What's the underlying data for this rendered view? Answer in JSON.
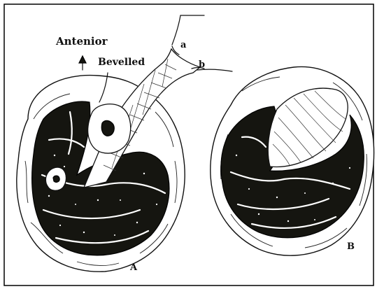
{
  "labels": {
    "anterior": "Antenior",
    "bevelled": "Bevelled",
    "a": "a",
    "b": "b",
    "figure_a": "A",
    "figure_b": "B"
  },
  "colors": {
    "ink": "#111111",
    "muscle": "#151510",
    "paper": "#ffffff"
  }
}
